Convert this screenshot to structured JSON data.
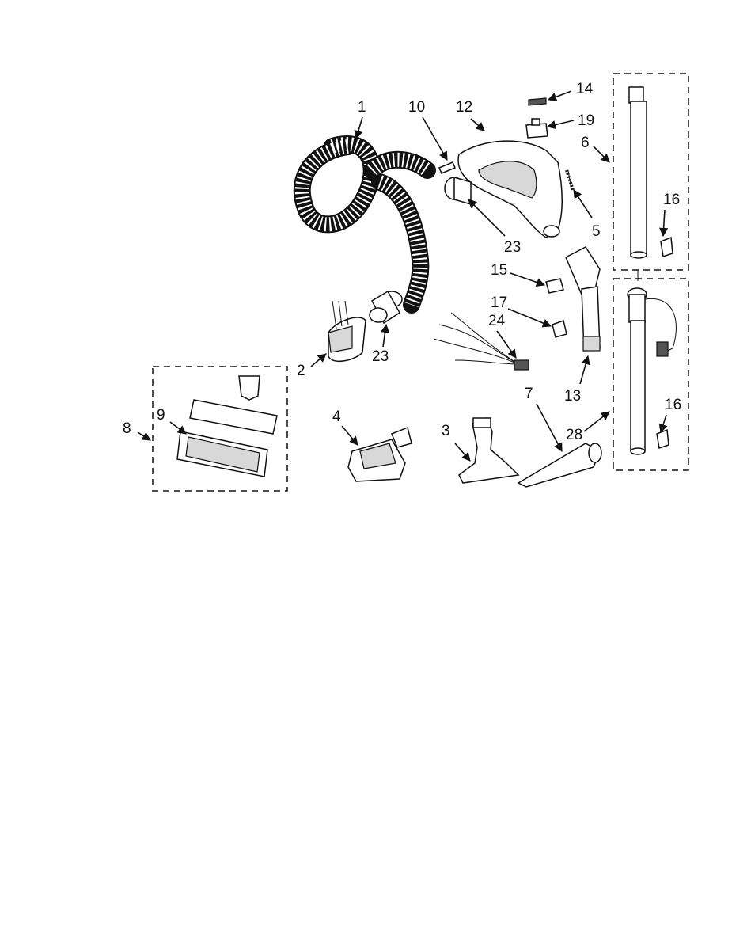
{
  "callouts": {
    "c1": "1",
    "c10": "10",
    "c12": "12",
    "c14": "14",
    "c19": "19",
    "c6": "6",
    "c16a": "16",
    "c23a": "23",
    "c5": "5",
    "c15": "15",
    "c17": "17",
    "c24": "24",
    "c2": "2",
    "c23b": "23",
    "c13": "13",
    "c7": "7",
    "c16b": "16",
    "c28": "28",
    "c8": "8",
    "c9": "9",
    "c4": "4",
    "c3": "3"
  }
}
